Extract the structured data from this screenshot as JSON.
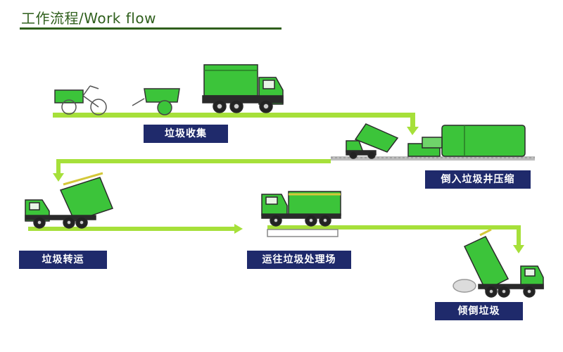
{
  "header": {
    "title": "工作流程/Work flow"
  },
  "steps": [
    {
      "label": "垃圾收集"
    },
    {
      "label": "倒入垃圾井压缩"
    },
    {
      "label": "垃圾转运"
    },
    {
      "label": "运往垃圾处理场"
    },
    {
      "label": "倾倒垃圾"
    }
  ],
  "colors": {
    "truck_green": "#3cc43a",
    "arrow_green": "#a6e03a",
    "label_bg": "#1f2a6b",
    "header_green": "#2f5f1c"
  }
}
